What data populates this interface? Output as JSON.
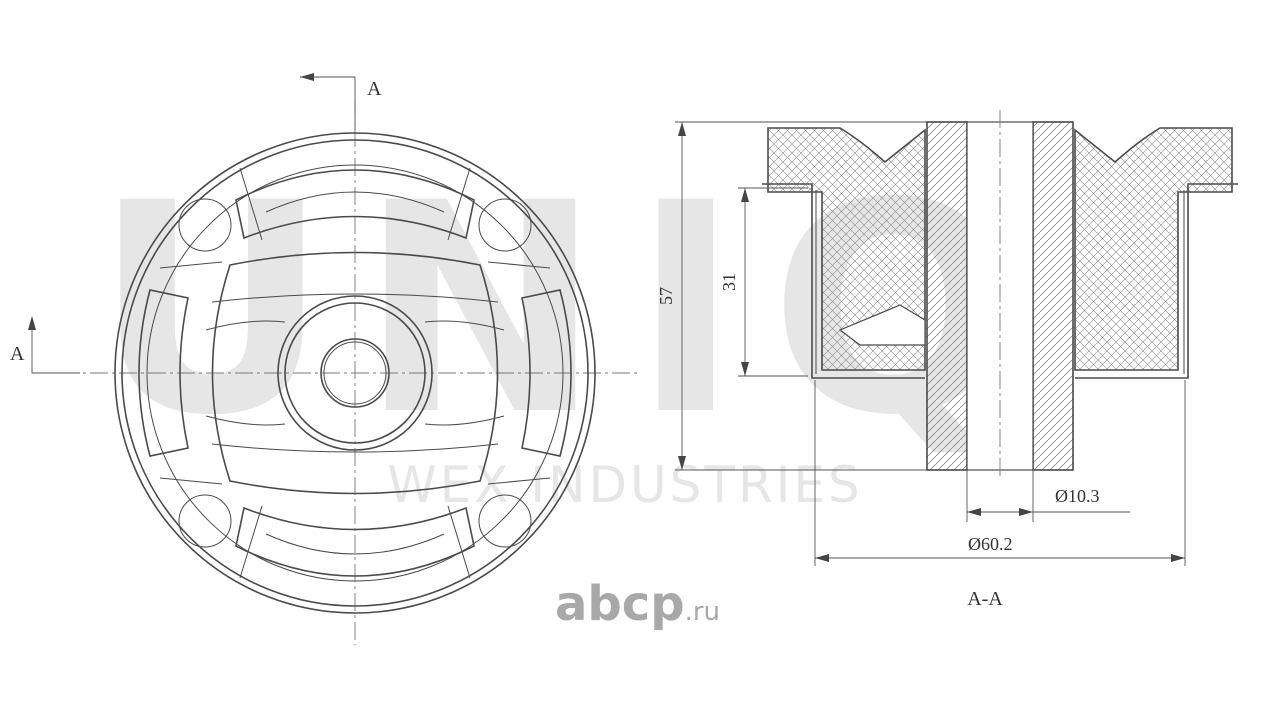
{
  "section_marks": {
    "top": "A",
    "left": "A",
    "caption": "A-A"
  },
  "dimensions": {
    "height_total": "57",
    "height_inner": "31",
    "bore_diameter": "Ø10.3",
    "outer_diameter": "Ø60.2"
  },
  "watermark": {
    "brand": "UNIQ",
    "subtitle": "WEX INDUSTRIES"
  },
  "logo": {
    "name": "abcp",
    "suffix": ".ru"
  },
  "colors": {
    "line": "#4a4a4a",
    "watermark": "#e6e6e6",
    "logo": "#a8a8a8"
  }
}
